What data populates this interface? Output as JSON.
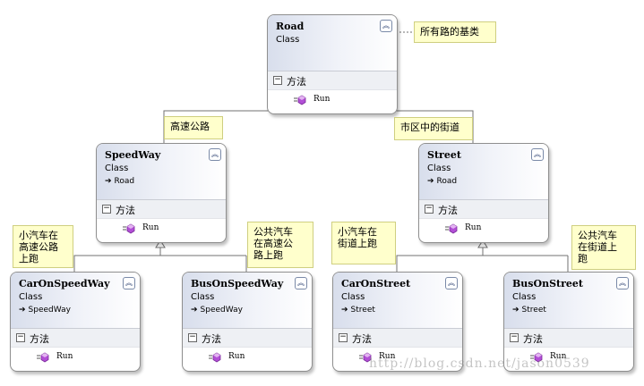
{
  "classes": [
    {
      "id": "road",
      "name": "Road",
      "stereotype": "Class",
      "base": "",
      "section": "方法",
      "method": "Run"
    },
    {
      "id": "speedway",
      "name": "SpeedWay",
      "stereotype": "Class",
      "base": "Road",
      "section": "方法",
      "method": "Run"
    },
    {
      "id": "street",
      "name": "Street",
      "stereotype": "Class",
      "base": "Road",
      "section": "方法",
      "method": "Run"
    },
    {
      "id": "carOnSpeedWay",
      "name": "CarOnSpeedWay",
      "stereotype": "Class",
      "base": "SpeedWay",
      "section": "方法",
      "method": "Run"
    },
    {
      "id": "busOnSpeedWay",
      "name": "BusOnSpeedWay",
      "stereotype": "Class",
      "base": "SpeedWay",
      "section": "方法",
      "method": "Run"
    },
    {
      "id": "carOnStreet",
      "name": "CarOnStreet",
      "stereotype": "Class",
      "base": "Street",
      "section": "方法",
      "method": "Run"
    },
    {
      "id": "busOnStreet",
      "name": "BusOnStreet",
      "stereotype": "Class",
      "base": "Street",
      "section": "方法",
      "method": "Run"
    }
  ],
  "notes": [
    {
      "id": "road-note",
      "text": "所有路的基类"
    },
    {
      "id": "speedway-note",
      "text": "高速公路"
    },
    {
      "id": "street-note",
      "text": "市区中的街道"
    },
    {
      "id": "car-speedway-note",
      "text": "小汽车在\n高速公路\n上跑"
    },
    {
      "id": "bus-speedway-note",
      "text": "公共汽车\n在高速公\n路上跑"
    },
    {
      "id": "car-street-note",
      "text": "小汽车在\n街道上跑"
    },
    {
      "id": "bus-street-note",
      "text": "公共汽车\n在街道上\n跑"
    }
  ],
  "watermark": "http://blog.csdn.net/jason0539",
  "colors": {
    "method_icon": "#b24fd6",
    "note_fill": "#ffffcc",
    "header_gradient_start": "#d8deec"
  }
}
